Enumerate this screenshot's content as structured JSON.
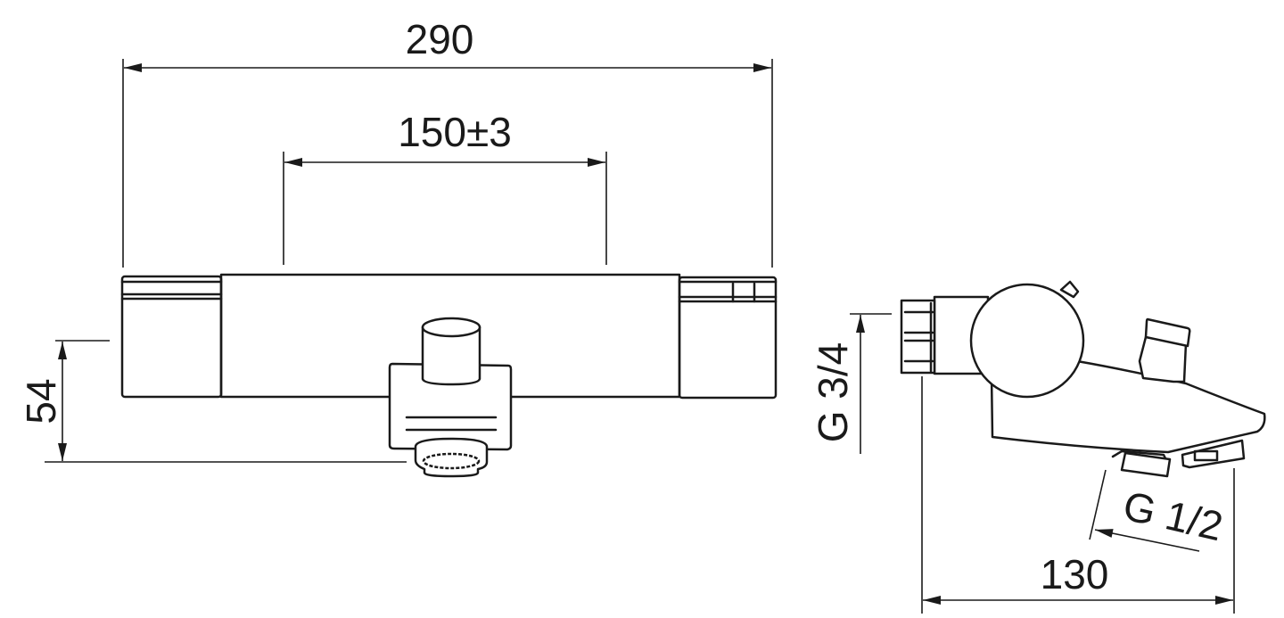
{
  "dimensions": {
    "overall_width": "290",
    "inlet_spacing": "150±3",
    "height": "54",
    "inlet_thread": "G 3/4",
    "outlet_thread": "G 1/2",
    "depth": "130"
  },
  "colors": {
    "line": "#1a1a1a",
    "background": "#ffffff"
  }
}
